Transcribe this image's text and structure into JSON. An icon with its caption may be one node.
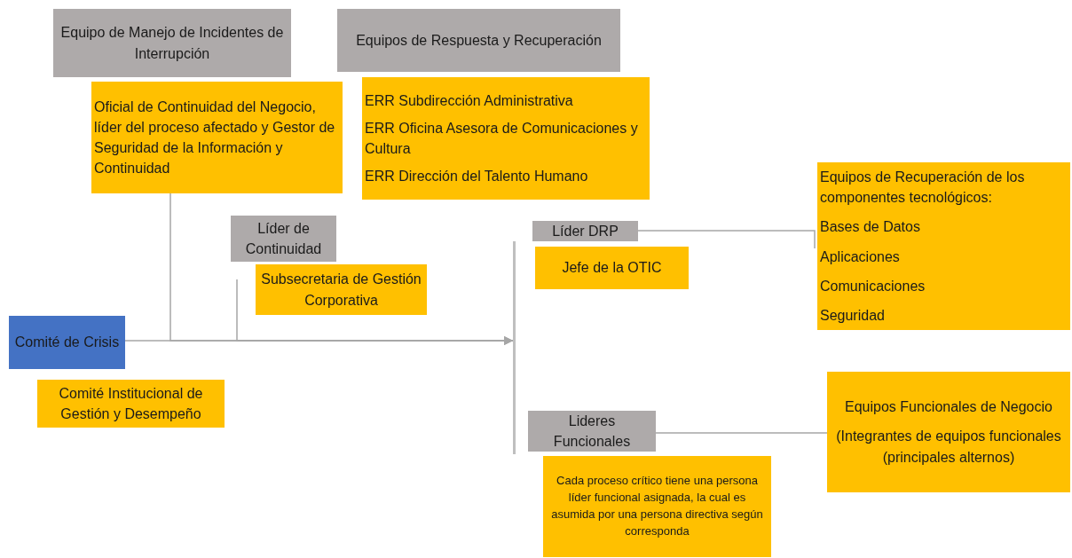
{
  "diagram": {
    "nodes": [
      {
        "text": [
          "Equipo  de Manejo de Incidentes de Interrupción"
        ]
      },
      {
        "text": [
          "Oficial de Continuidad del Negocio, líder del proceso afectado y Gestor de Seguridad de la Información y Continuidad"
        ]
      },
      {
        "text": [
          "Equipos de Respuesta y Recuperación"
        ]
      },
      {
        "text": [
          "ERR Subdirección Administrativa",
          "ERR Oficina Asesora de Comunicaciones y Cultura",
          "ERR Dirección del Talento Humano"
        ]
      },
      {
        "text": [
          "Líder de Continuidad"
        ]
      },
      {
        "text": [
          "Subsecretaria de Gestión Corporativa"
        ]
      },
      {
        "text": [
          "Comité de Crisis"
        ]
      },
      {
        "text": [
          "Comité Institucional de Gestión y Desempeño"
        ]
      },
      {
        "text": [],
        "shape": "bar"
      },
      {
        "text": [
          "Líder DRP"
        ]
      },
      {
        "text": [
          "Jefe de la  OTIC"
        ]
      },
      {
        "text": [
          "Equipos de Recuperación de los componentes tecnológicos:",
          "Bases de Datos",
          "Aplicaciones",
          "Comunicaciones",
          "Seguridad"
        ]
      },
      {
        "text": [
          "Lideres Funcionales"
        ]
      },
      {
        "text": [
          "Cada proceso crítico tiene   una persona líder funcional asignada, la cual es asumida por una persona directiva según corresponda"
        ]
      },
      {
        "text": [
          "Equipos  Funcionales de Negocio",
          "(Integrantes de equipos funcionales (principales alternos)"
        ]
      }
    ],
    "edges": [
      {
        "from": 6,
        "to": 8,
        "arrow": "to"
      },
      {
        "from": 1,
        "to": 8,
        "arrow": "to"
      },
      {
        "from": 4,
        "to": 8,
        "arrow": "to"
      },
      {
        "from": 9,
        "to": 11,
        "arrow": "none"
      },
      {
        "from": 12,
        "to": 14,
        "arrow": "none"
      }
    ]
  }
}
